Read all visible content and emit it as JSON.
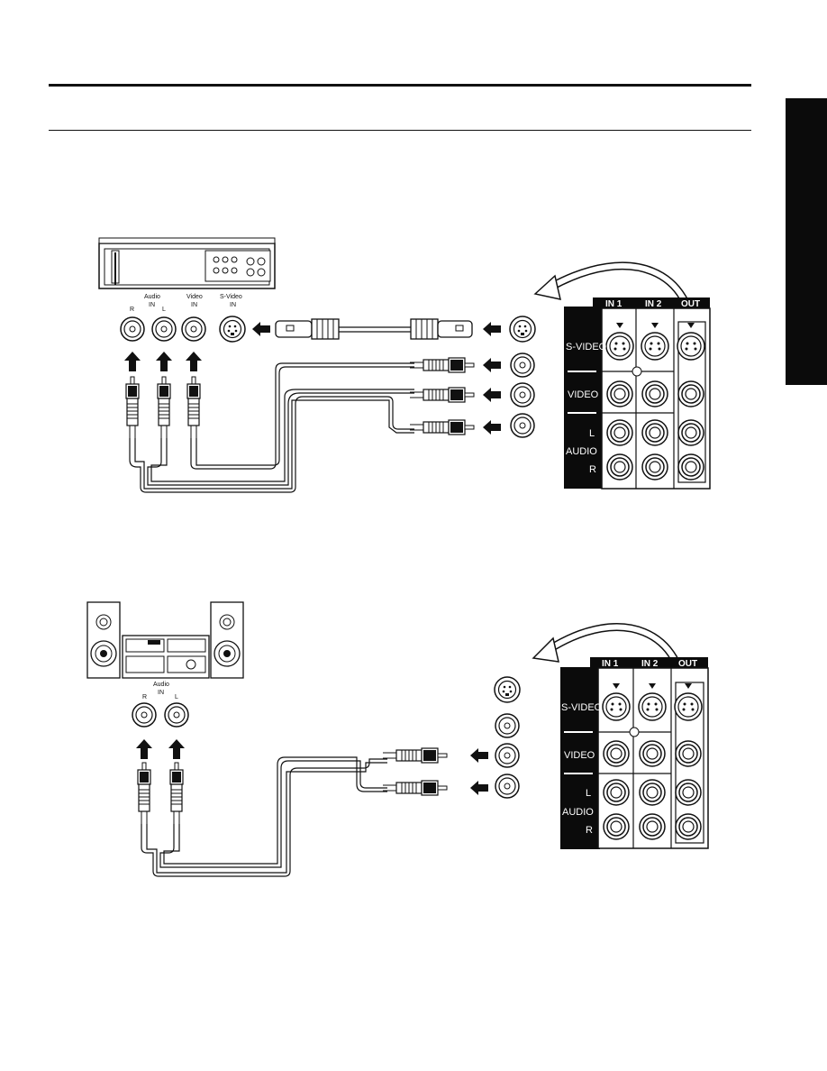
{
  "diagram1": {
    "device_labels": {
      "audio_in_line1": "Audio",
      "audio_in_line2": "IN",
      "audio_r": "R",
      "audio_l": "L",
      "video_in_line1": "Video",
      "video_in_line2": "IN",
      "svideo_in_line1": "S-Video",
      "svideo_in_line2": "IN"
    },
    "panel": {
      "col_in1": "IN 1",
      "col_in2": "IN 2",
      "col_out": "OUT",
      "row_svideo": "S-VIDEO",
      "row_video": "VIDEO",
      "row_l": "L",
      "row_audio": "AUDIO",
      "row_r": "R"
    }
  },
  "diagram2": {
    "device_labels": {
      "audio_in_line1": "Audio",
      "audio_in_line2": "IN",
      "audio_r": "R",
      "audio_l": "L"
    },
    "panel": {
      "col_in1": "IN 1",
      "col_in2": "IN 2",
      "col_out": "OUT",
      "row_svideo": "S-VIDEO",
      "row_video": "VIDEO",
      "row_l": "L",
      "row_audio": "AUDIO",
      "row_r": "R"
    }
  },
  "icons": [
    "vcr-icon",
    "stereo-system-icon",
    "arrow-left-icon",
    "arrow-up-icon",
    "rca-plug-icon",
    "svideo-plug-icon",
    "curved-arrow-icon"
  ],
  "colors": {
    "ink": "#111111",
    "panel_black": "#0b0b0b",
    "paper": "#ffffff"
  }
}
